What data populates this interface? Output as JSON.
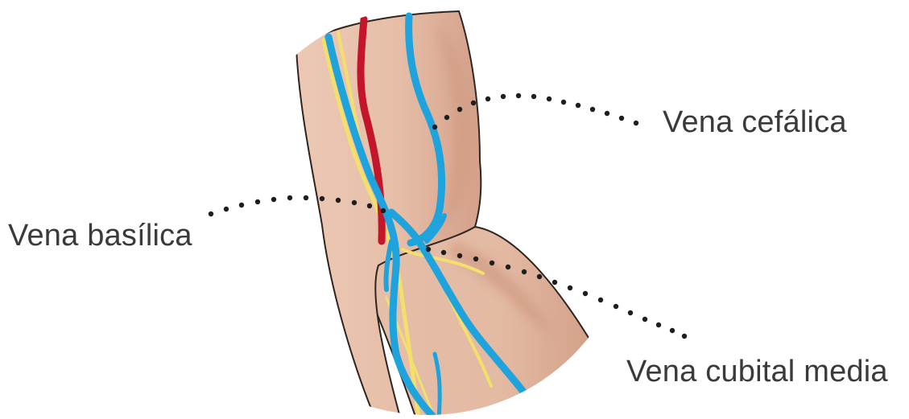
{
  "labels": {
    "cephalic": "Vena cefálica",
    "basilic": "Vena basílica",
    "median_cubital": "Vena cubital media"
  },
  "colors": {
    "background": "#ffffff",
    "circle": "#ffffff",
    "skin_light": "#e8c2ad",
    "skin_mid": "#d9a58c",
    "skin_shadow": "#c98e77",
    "outline": "#2e2420",
    "vein": "#1ea3dc",
    "artery": "#c4162b",
    "nerve": "#f3df6c",
    "leader_dots": "#1e1e1e",
    "label_text": "#3a3a3a"
  }
}
